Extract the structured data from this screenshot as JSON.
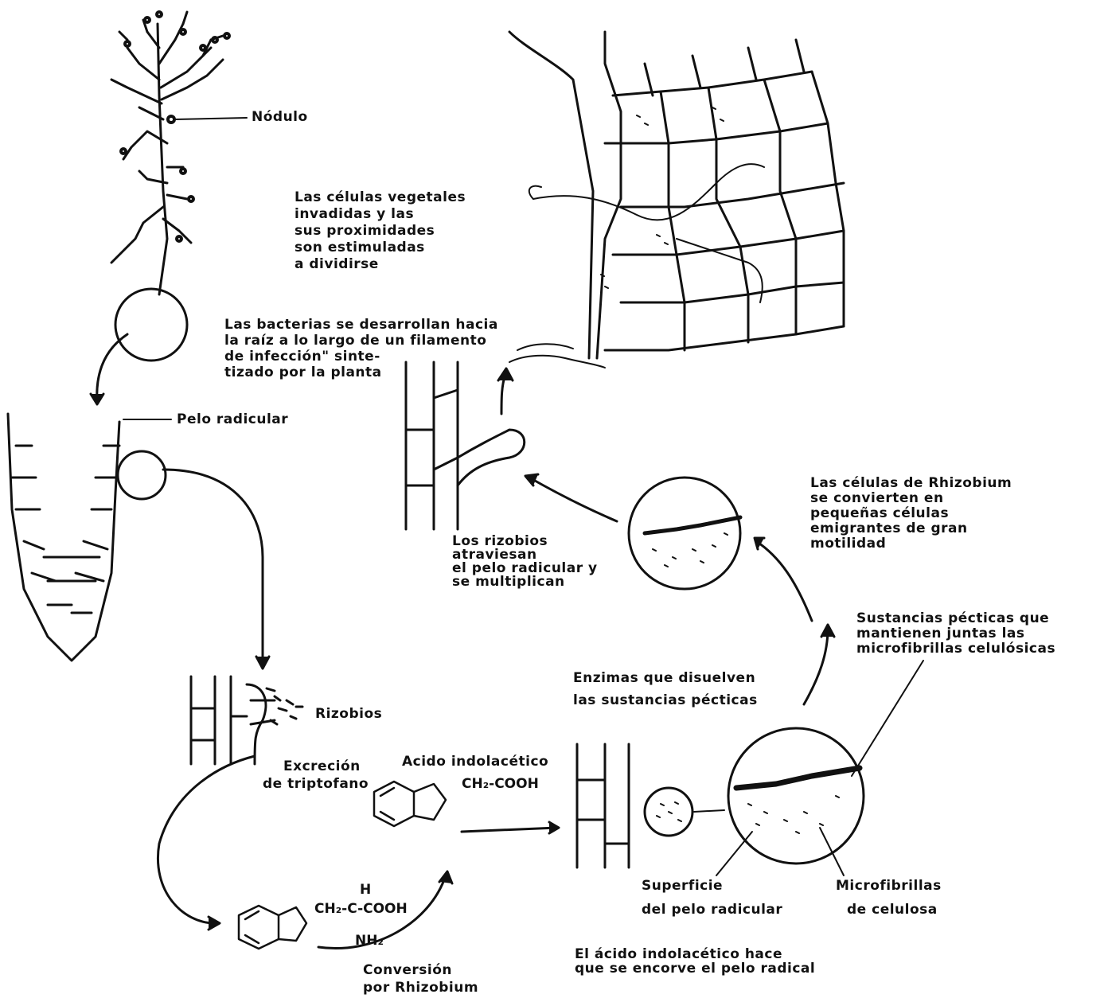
{
  "labels": {
    "nodulo": "Nódulo",
    "pelo_radicular": "Pelo radicular",
    "rizobios": "Rizobios",
    "celulas_vegetales": [
      "Las células vegetales",
      "invadidas y las",
      "sus proximidades",
      "son estimuladas",
      "a dividirse"
    ],
    "bacterias": [
      "Las bacterias se desarrollan hacia",
      "la raíz a lo largo de un filamento",
      "de infección\" sinte-",
      "tizado por la planta"
    ],
    "rizobios_atraviesan": [
      "Los rizobios",
      "atraviesan",
      "el pelo radicular y",
      "se multiplican"
    ],
    "celulas_rhizobium": [
      "Las células de Rhizobium",
      "se convierten en",
      "pequeñas células",
      "emigrantes de gran",
      "motilidad"
    ],
    "sustancias_pecticas": [
      "Sustancias pécticas que",
      "mantienen juntas las",
      "microfibrillas celulósicas"
    ],
    "enzimas": [
      "Enzimas que disuelven",
      "las sustancias pécticas"
    ],
    "excrecion": [
      "Excreción",
      "de triptofano"
    ],
    "acido_indolacetico": "Acido indolacético",
    "superficie": [
      "Superficie",
      "del pelo radicular"
    ],
    "microfibrillas": [
      "Microfibrillas",
      "de celulosa"
    ],
    "acido_encorva": [
      "El ácido indolacético hace",
      "que se encorve el pelo radical"
    ],
    "conversion": [
      "Conversión",
      "por Rhizobium"
    ]
  },
  "chem": {
    "iaa_group": "CH₂-COOH",
    "trp_h": "H",
    "trp_chain": "CH₂-C-COOH",
    "trp_nh2": "NH₂"
  }
}
